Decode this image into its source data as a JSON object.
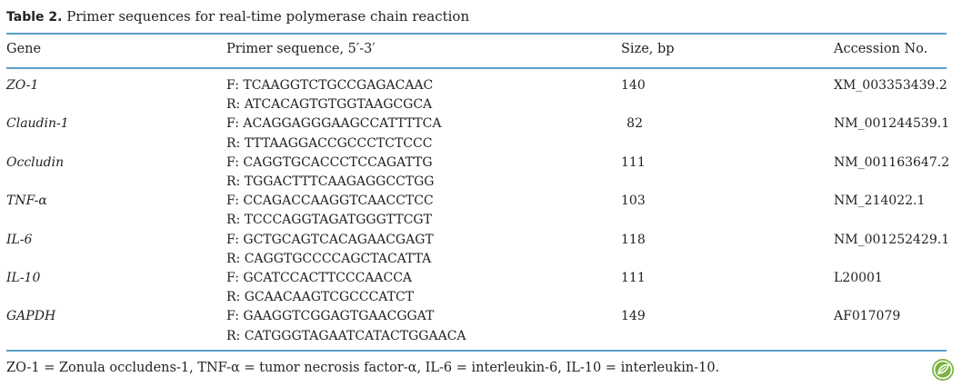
{
  "caption": {
    "label": "Table 2.",
    "text": "Primer sequences for real-time polymerase chain reaction"
  },
  "columns": [
    "Gene",
    "Primer sequence, 5′-3′",
    "Size, bp",
    "Accession No."
  ],
  "rows": [
    {
      "gene": "ZO-1",
      "forward": "F: TCAAGGTCTGCCGAGACAAC",
      "reverse": "R: ATCACAGTGTGGTAAGCGCA",
      "size": "140",
      "accession": "XM_003353439.2"
    },
    {
      "gene": "Claudin-1",
      "forward": "F: ACAGGAGGGAAGCCATTTTCA",
      "reverse": "R: TTTAAGGACCGCCCTCTCCC",
      "size": "82",
      "accession": "NM_001244539.1"
    },
    {
      "gene": "Occludin",
      "forward": "F: CAGGTGCACCCTCCAGATTG",
      "reverse": "R: TGGACTTTCAAGAGGCCTGG",
      "size": "111",
      "accession": "NM_001163647.2"
    },
    {
      "gene": "TNF-α",
      "forward": "F: CCAGACCAAGGTCAACCTCC",
      "reverse": "R: TCCCAGGTAGATGGGTTCGT",
      "size": "103",
      "accession": "NM_214022.1"
    },
    {
      "gene": "IL-6",
      "forward": "F: GCTGCAGTCACAGAACGAGT",
      "reverse": "R: CAGGTGCCCCAGCTACATTA",
      "size": "118",
      "accession": "NM_001252429.1"
    },
    {
      "gene": "IL-10",
      "forward": "F: GCATCCACTTCCCAACCA",
      "reverse": "R: GCAACAAGTCGCCCATCT",
      "size": "111",
      "accession": "L20001"
    },
    {
      "gene": "GAPDH",
      "forward": "F: GAAGGTCGGAGTGAACGGAT",
      "reverse": "R: CATGGGTAGAATCATACTGGAACA",
      "size": "149",
      "accession": "AF017079"
    }
  ],
  "footnote": "ZO-1 = Zonula occludens-1, TNF-α = tumor necrosis factor-α, IL-6 = interleukin-6, IL-10 = interleukin-10.",
  "colors": {
    "rule": "#5aa0c8",
    "logo": "#7cb342"
  },
  "logo_icon": "leaf-badge-icon"
}
